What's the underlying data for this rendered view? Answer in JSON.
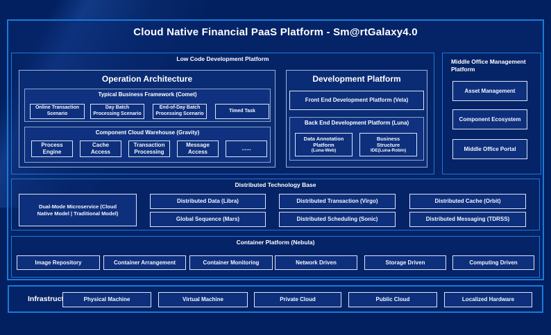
{
  "title": "Cloud Native Financial PaaS Platform - Sm@rtGalaxy4.0",
  "colors": {
    "page_bg": "#02205f",
    "panel_bg": "#08286f",
    "accent_border": "#1b7ad8",
    "inner_border": "#9fb3d8",
    "light_border": "#dde7f6",
    "box_fill": "#0e2f7c",
    "text": "#ffffff"
  },
  "low_code": {
    "label": "Low Code Development Platform",
    "operation": {
      "title": "Operation Architecture",
      "comet": {
        "label": "Typical Business Framework (Comet)",
        "items": [
          "Online Transaction Scenario",
          "Day Batch Processing Scenario",
          "End-of-Day Batch Processing Scenario",
          "Timed Task"
        ]
      },
      "gravity": {
        "label": "Component Cloud Warehouse (Gravity)",
        "items": [
          "Process Engine",
          "Cache Access",
          "Transaction Processing",
          "Message Access",
          "......"
        ]
      }
    },
    "development": {
      "title": "Development Platform",
      "front_end": "Front End Development Platform (Vela)",
      "back_end": {
        "label": "Back End Development Platform (Luna)",
        "items": [
          {
            "lines": [
              "Data Annotation",
              "Platform",
              "(Luna-Web)"
            ]
          },
          {
            "lines": [
              "Business",
              "Structure",
              "IDE(Luna-Robin)"
            ]
          }
        ]
      }
    }
  },
  "middle_office": {
    "label": "Middle Office Management Platform",
    "items": [
      "Asset Management",
      "Component Ecosystem",
      "Middle Office Portal"
    ]
  },
  "distributed": {
    "label": "Distributed Technology Base",
    "dual_mode": "Dual-Mode Microservice (Cloud Native Model | Traditional Model)",
    "items": [
      "Distributed Data (Libra)",
      "Global Sequence (Mars)",
      "Distributed Transaction (Virgo)",
      "Distributed Scheduling (Sonic)",
      "Distributed Cache (Orbit)",
      "Distributed Messaging (TDRSS)"
    ]
  },
  "container_platform": {
    "label": "Container Platform (Nebula)",
    "items": [
      "Image Repository",
      "Container Arrangement",
      "Container Monitoring",
      "Network Driven",
      "Storage Driven",
      "Computing Driven"
    ]
  },
  "infrastructure": {
    "label": "Infrastructure",
    "items": [
      "Physical Machine",
      "Virtual Machine",
      "Private Cloud",
      "Public Cloud",
      "Localized Hardware"
    ]
  }
}
